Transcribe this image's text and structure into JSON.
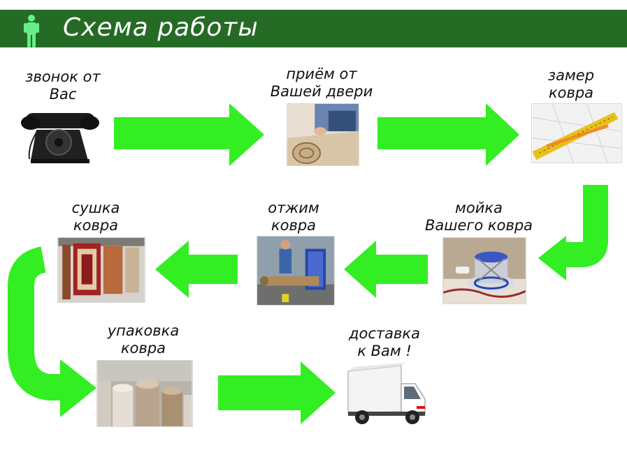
{
  "header": {
    "title": "Схема работы",
    "icon": "person-icon",
    "background": "#256b25",
    "title_color": "#ffffff"
  },
  "arrow_color": "#33ee22",
  "steps": [
    {
      "id": "call",
      "label": "звонок от\nВас",
      "icon": "telephone-icon"
    },
    {
      "id": "pickup",
      "label": "приём от\nВашей двери",
      "icon": "rolled-carpet-icon"
    },
    {
      "id": "measure",
      "label": "замер\nковра",
      "icon": "measuring-tape-icon"
    },
    {
      "id": "wash",
      "label": "мойка\nВашего ковра",
      "icon": "washing-machine-icon"
    },
    {
      "id": "wring",
      "label": "отжим\nковра",
      "icon": "wringing-machine-icon"
    },
    {
      "id": "dry",
      "label": "сушка\nковра",
      "icon": "hanging-carpets-icon"
    },
    {
      "id": "pack",
      "label": "упаковка\nковра",
      "icon": "packed-carpets-icon"
    },
    {
      "id": "deliver",
      "label": "доставка\nк Вам !",
      "icon": "delivery-truck-icon"
    }
  ]
}
